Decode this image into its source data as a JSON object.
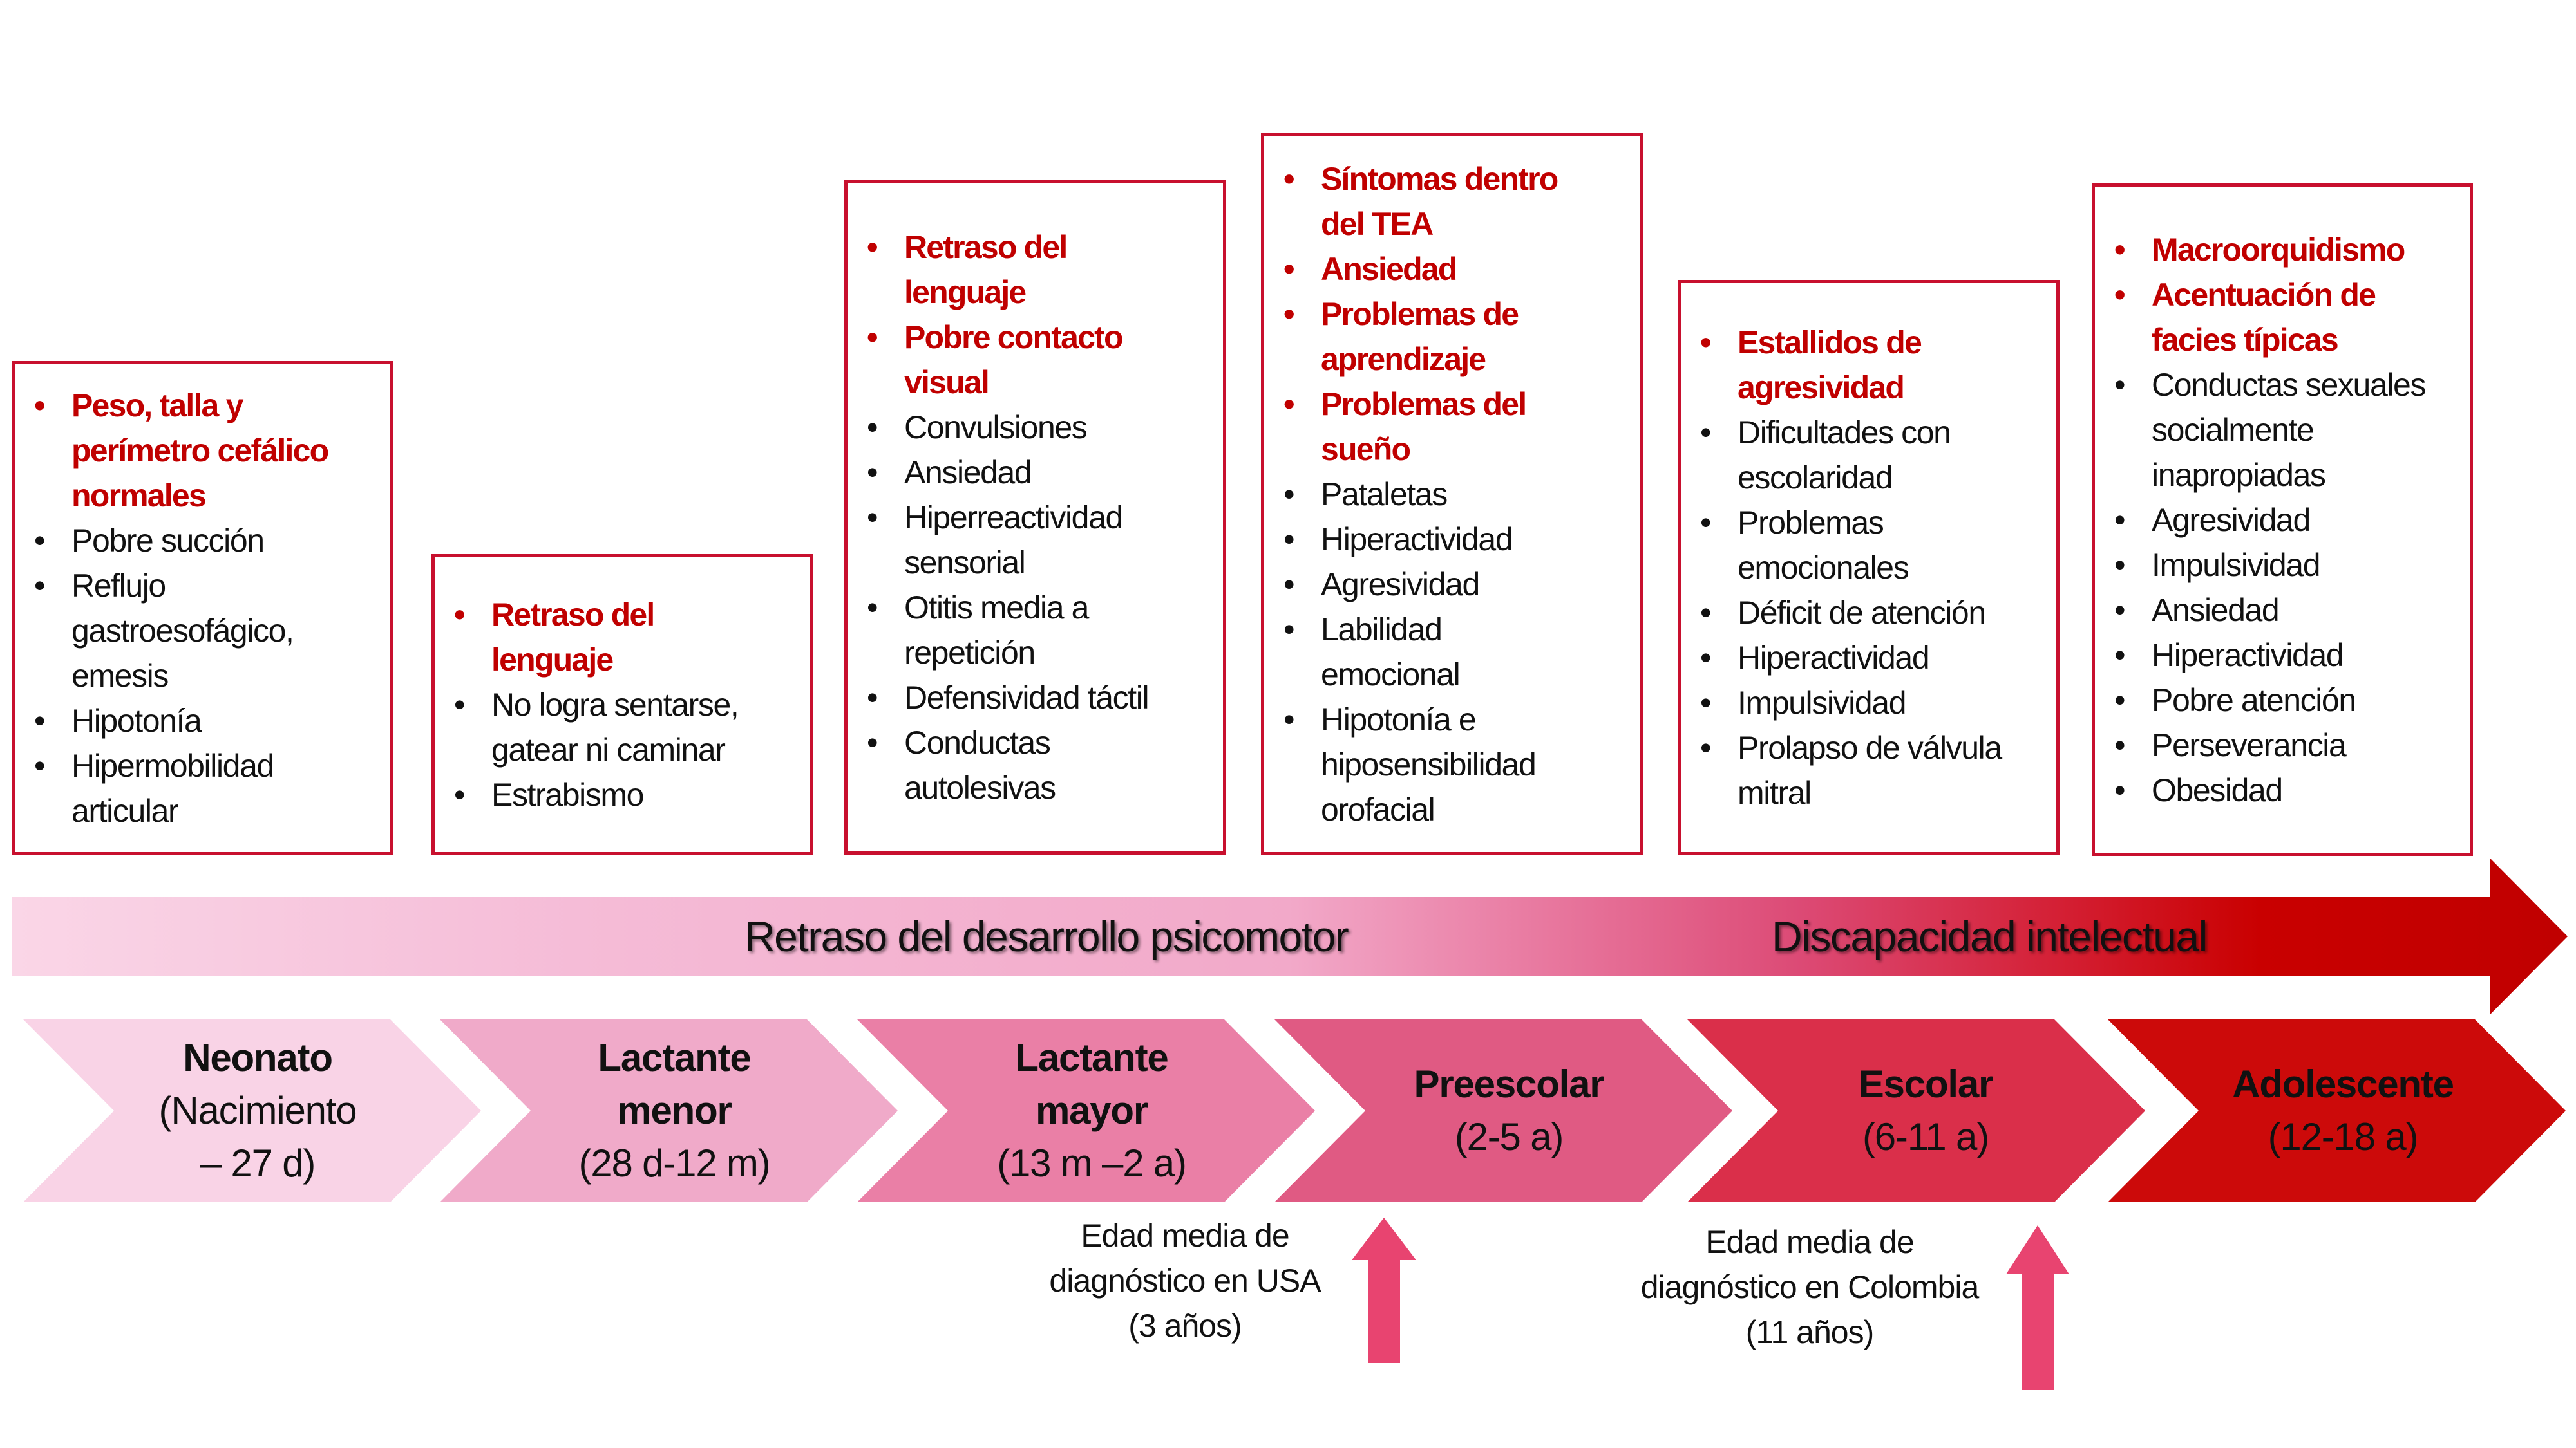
{
  "colors": {
    "highlight_text": "#c00000",
    "box_border": "#c8102e",
    "diagnosis_arrow": "#e84470",
    "stage_colors": [
      "#f9d3e6",
      "#f0aac9",
      "#ea7fa6",
      "#e05a83",
      "#da2f4a",
      "#cc0a0a"
    ],
    "band_gradient": [
      "#fad6e7",
      "#f5bcd7",
      "#f2a9c9",
      "#e8789f",
      "#dc4a75",
      "#d42035",
      "#c90000",
      "#c00000"
    ]
  },
  "symptom_boxes": [
    {
      "stage": "Neonato",
      "items": [
        {
          "text": "Peso, talla y\nperímetro cefálico\nnormales",
          "highlight": true
        },
        {
          "text": "Pobre succión",
          "highlight": false
        },
        {
          "text": "Reflujo\ngastroesofágico,\nemesis",
          "highlight": false
        },
        {
          "text": "Hipotonía",
          "highlight": false
        },
        {
          "text": "Hipermobilidad\narticular",
          "highlight": false
        }
      ]
    },
    {
      "stage": "Lactante menor",
      "items": [
        {
          "text": "Retraso del\nlenguaje",
          "highlight": true
        },
        {
          "text": "No logra sentarse,\ngatear ni caminar",
          "highlight": false
        },
        {
          "text": "Estrabismo",
          "highlight": false
        }
      ]
    },
    {
      "stage": "Lactante mayor",
      "items": [
        {
          "text": "Retraso del\nlenguaje",
          "highlight": true
        },
        {
          "text": "Pobre contacto\nvisual",
          "highlight": true
        },
        {
          "text": "Convulsiones",
          "highlight": false
        },
        {
          "text": "Ansiedad",
          "highlight": false
        },
        {
          "text": "Hiperreactividad\nsensorial",
          "highlight": false
        },
        {
          "text": "Otitis media a\nrepetición",
          "highlight": false
        },
        {
          "text": "Defensividad táctil",
          "highlight": false
        },
        {
          "text": "Conductas\nautolesivas",
          "highlight": false
        }
      ]
    },
    {
      "stage": "Preescolar",
      "items": [
        {
          "text": "Síntomas dentro\ndel TEA",
          "highlight": true
        },
        {
          "text": "Ansiedad",
          "highlight": true
        },
        {
          "text": "Problemas de\naprendizaje",
          "highlight": true
        },
        {
          "text": "Problemas del\nsueño",
          "highlight": true
        },
        {
          "text": "Pataletas",
          "highlight": false
        },
        {
          "text": "Hiperactividad",
          "highlight": false
        },
        {
          "text": "Agresividad",
          "highlight": false
        },
        {
          "text": "Labilidad\nemocional",
          "highlight": false
        },
        {
          "text": "Hipotonía e\nhiposensibilidad\norofacial",
          "highlight": false
        }
      ]
    },
    {
      "stage": "Escolar",
      "items": [
        {
          "text": "Estallidos de\nagresividad",
          "highlight": true
        },
        {
          "text": "Dificultades con\nescolaridad",
          "highlight": false
        },
        {
          "text": "Problemas\nemocionales",
          "highlight": false
        },
        {
          "text": "Déficit de atención",
          "highlight": false
        },
        {
          "text": "Hiperactividad",
          "highlight": false
        },
        {
          "text": "Impulsividad",
          "highlight": false
        },
        {
          "text": "Prolapso de válvula\nmitral",
          "highlight": false
        }
      ]
    },
    {
      "stage": "Adolescente",
      "items": [
        {
          "text": "Macroorquidismo",
          "highlight": true
        },
        {
          "text": "Acentuación de\nfacies típicas",
          "highlight": true
        },
        {
          "text": "Conductas sexuales\nsocialmente\ninapropiadas",
          "highlight": false
        },
        {
          "text": "Agresividad",
          "highlight": false
        },
        {
          "text": "Impulsividad",
          "highlight": false
        },
        {
          "text": "Ansiedad",
          "highlight": false
        },
        {
          "text": "Hiperactividad",
          "highlight": false
        },
        {
          "text": "Pobre atención",
          "highlight": false
        },
        {
          "text": "Perseverancia",
          "highlight": false
        },
        {
          "text": "Obesidad",
          "highlight": false
        }
      ]
    }
  ],
  "progress_band": {
    "label_left": "Retraso del desarrollo psicomotor",
    "label_right": "Discapacidad intelectual"
  },
  "stages": [
    {
      "name": "Neonato",
      "range": "(Nacimiento\n– 27 d)"
    },
    {
      "name": "Lactante\nmenor",
      "range": "(28 d-12 m)"
    },
    {
      "name": "Lactante\nmayor",
      "range": "(13 m –2 a)"
    },
    {
      "name": "Preescolar",
      "range": "(2-5 a)"
    },
    {
      "name": "Escolar",
      "range": "(6-11 a)"
    },
    {
      "name": "Adolescente",
      "range": "(12-18 a)"
    }
  ],
  "diagnosis_notes": [
    {
      "text": "Edad media de\ndiagnóstico en USA\n(3 años)",
      "points_to": "Preescolar"
    },
    {
      "text": "Edad media de\ndiagnóstico en Colombia\n(11 años)",
      "points_to": "Escolar"
    }
  ]
}
